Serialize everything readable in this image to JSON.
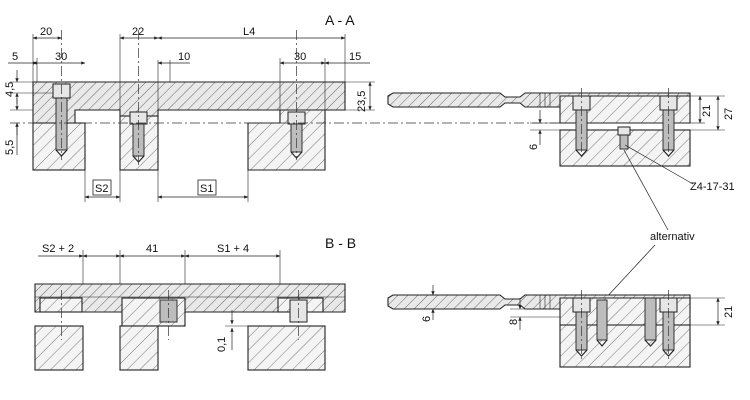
{
  "sections": {
    "aa": "A - A",
    "bb": "B - B"
  },
  "dims": {
    "d20": "20",
    "d30a": "30",
    "d5": "5",
    "d22": "22",
    "d10": "10",
    "dL4": "L4",
    "d30b": "30",
    "d15": "15",
    "d4_5": "4,5",
    "d5_5": "5,5",
    "d23_5": "23,5",
    "dS2": "S2",
    "dS1": "S1",
    "d6a": "6",
    "d21a": "21",
    "d27": "27",
    "dS2p2": "S2 + 2",
    "d41": "41",
    "dS1p4": "S1 + 4",
    "d0_1": "0,1",
    "d6b": "6",
    "d8": "8",
    "d21b": "21"
  },
  "labels": {
    "part": "Z4-17-31",
    "alt": "alternativ"
  }
}
